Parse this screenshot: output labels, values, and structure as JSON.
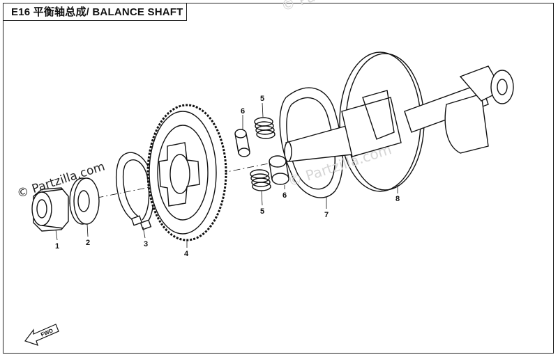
{
  "title": "E16 平衡轴总成/ BALANCE SHAFT",
  "watermark": "© Partzilla.com",
  "direction_label": "FWD",
  "callouts": [
    {
      "id": "1",
      "part": "nut"
    },
    {
      "id": "2",
      "part": "washer"
    },
    {
      "id": "3",
      "part": "snap-ring"
    },
    {
      "id": "4",
      "part": "balancer-drive-gear"
    },
    {
      "id": "5",
      "part": "spring"
    },
    {
      "id": "5",
      "part": "spring"
    },
    {
      "id": "6",
      "part": "cylinder-pin"
    },
    {
      "id": "6",
      "part": "cylinder-pin"
    },
    {
      "id": "7",
      "part": "balancer-weight-frame"
    },
    {
      "id": "8",
      "part": "balance-shaft"
    }
  ],
  "colors": {
    "line": "#111111",
    "background": "#ffffff",
    "watermark_faint": "#d5d5d5"
  }
}
